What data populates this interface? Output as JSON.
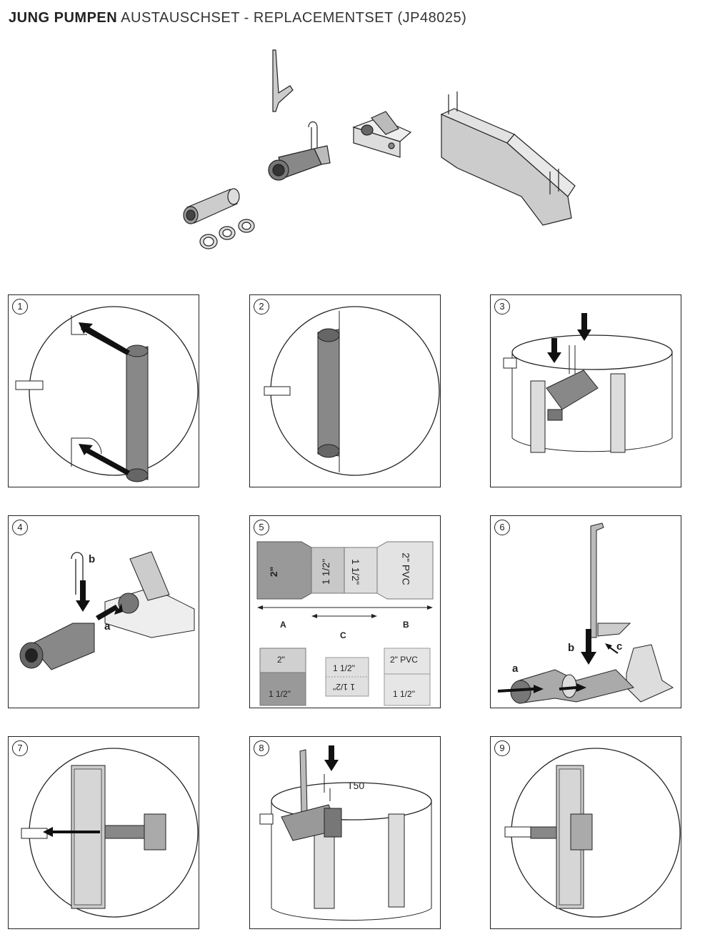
{
  "header": {
    "brand": "JUNG PUMPEN",
    "title": "AUSTAUSCHSET - REPLACEMENTSET (JP48025)"
  },
  "steps": [
    {
      "number": "1"
    },
    {
      "number": "2"
    },
    {
      "number": "3"
    },
    {
      "number": "4",
      "labels": {
        "a": "a",
        "b": "b"
      }
    },
    {
      "number": "5",
      "segments": [
        "2\"",
        "1 1/2\"",
        "1 1/2\"",
        "2\" PVC"
      ],
      "dimension_labels": [
        "A",
        "C",
        "B"
      ],
      "parts": {
        "A": {
          "top": "2\"",
          "bottom": "1 1/2\""
        },
        "C": {
          "top": "1 1/2\"",
          "bottom": "1 1/2\""
        },
        "B": {
          "top": "2\" PVC",
          "bottom": "1 1/2\""
        }
      }
    },
    {
      "number": "6",
      "labels": {
        "a": "a",
        "b": "b",
        "c": "c"
      }
    },
    {
      "number": "7"
    },
    {
      "number": "8",
      "labels": {
        "torx": "T50"
      }
    },
    {
      "number": "9"
    }
  ],
  "colors": {
    "line": "#222222",
    "part_dark": "#8a8a8a",
    "part_mid": "#b5b5b5",
    "part_light": "#d6d6d6",
    "arrow": "#111111"
  }
}
